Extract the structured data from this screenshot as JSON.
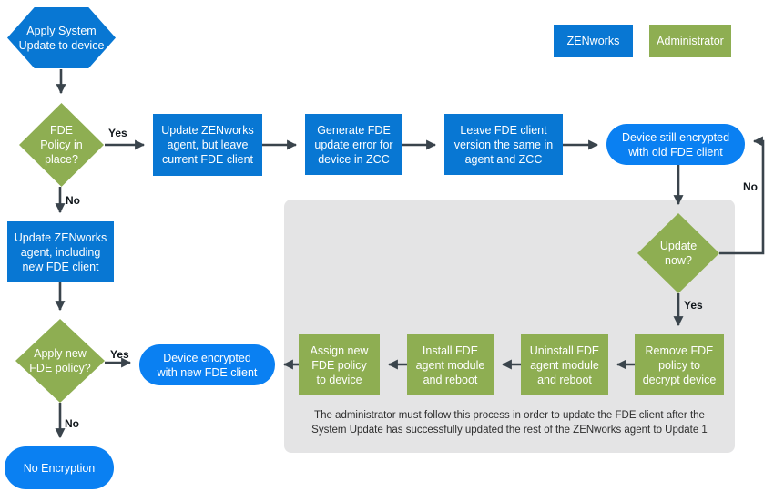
{
  "colors": {
    "process_blue": "#0877d3",
    "terminator_blue": "#0a80f2",
    "admin_green": "#8eae52",
    "arrow": "#3a444c",
    "note_bg": "#e4e4e5"
  },
  "legend": {
    "zenworks": "ZENworks",
    "administrator": "Administrator"
  },
  "nodes": {
    "start": "Apply System\nUpdate to device",
    "fde_policy": "FDE\nPolicy in\nplace?",
    "update_agent_keep": "Update ZENworks\nagent, but leave\ncurrent FDE client",
    "generate_error": "Generate FDE\nupdate error for\ndevice in ZCC",
    "leave_version": "Leave FDE client\nversion the same in\nagent and ZCC",
    "still_encrypted": "Device still encrypted\nwith old FDE client",
    "update_now": "Update\nnow?",
    "remove_policy": "Remove FDE\npolicy to\ndecrypt device",
    "uninstall_module": "Uninstall FDE\nagent module\nand reboot",
    "install_module": "Install FDE\nagent module\nand reboot",
    "assign_policy": "Assign new\nFDE policy\nto device",
    "encrypted_new": "Device encrypted\nwith new FDE client",
    "update_agent_new": "Update ZENworks\nagent, including\nnew FDE client",
    "apply_new_policy": "Apply new\nFDE policy?",
    "no_encryption": "No Encryption"
  },
  "edges": {
    "fde_policy_yes": "Yes",
    "fde_policy_no": "No",
    "update_now_yes": "Yes",
    "update_now_no": "No",
    "apply_new_yes": "Yes",
    "apply_new_no": "No"
  },
  "note": "The administrator must follow this process in order to update the FDE client after the\nSystem Update has successfully updated the rest of the ZENworks agent to Update 1"
}
